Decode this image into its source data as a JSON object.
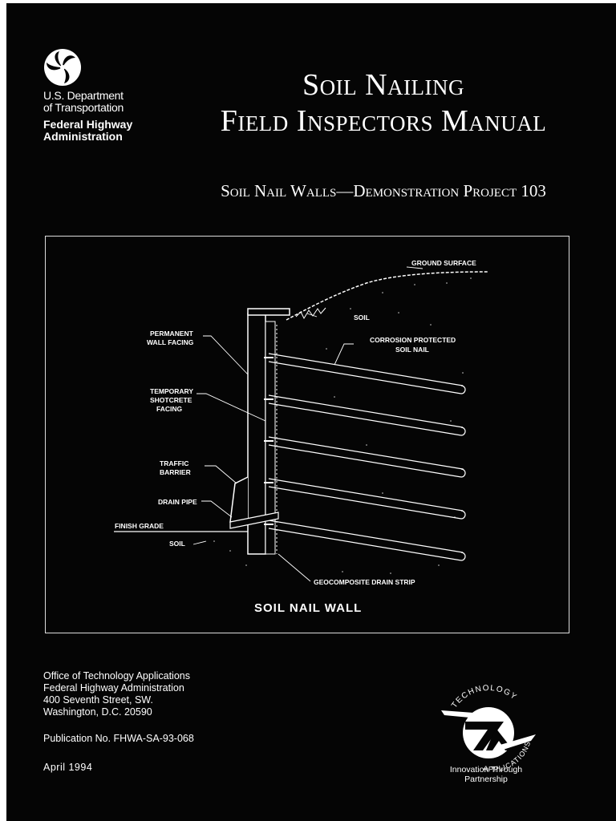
{
  "agency": {
    "line1": "U.S. Department",
    "line2": "of Transportation",
    "line3": "Federal Highway",
    "line4": "Administration"
  },
  "title": {
    "line1": "Soil Nailing",
    "line2": "Field Inspectors Manual"
  },
  "subtitle": "Soil Nail Walls—Demonstration Project 103",
  "figure": {
    "labels": {
      "ground_surface": "GROUND SURFACE",
      "soil_top": "SOIL",
      "corrosion1": "CORROSION PROTECTED",
      "corrosion2": "SOIL NAIL",
      "permanent1": "PERMANENT",
      "permanent2": "WALL FACING",
      "temporary1": "TEMPORARY",
      "temporary2": "SHOTCRETE",
      "temporary3": "FACING",
      "traffic1": "TRAFFIC",
      "traffic2": "BARRIER",
      "drain_pipe": "DRAIN PIPE",
      "finish_grade": "FINISH GRADE",
      "soil_bottom": "SOIL",
      "geocomposite": "GEOCOMPOSITE DRAIN STRIP"
    },
    "caption": "SOIL NAIL WALL"
  },
  "office": {
    "line1": "Office of Technology Applications",
    "line2": "Federal Highway Administration",
    "line3": "400 Seventh Street, SW.",
    "line4": "Washington, D.C. 20590"
  },
  "publication": "Publication No. FHWA-SA-93-068",
  "date": "April 1994",
  "ta_logo": {
    "arc_top": "TECHNOLOGY",
    "arc_bottom": "APPLICATIONS",
    "tagline1": "Innovation Through",
    "tagline2": "Partnership"
  },
  "icons": {
    "dot_logo": "dot-tri-swirl-icon",
    "ta_logo": "technology-applications-logo"
  },
  "colors": {
    "background": "#050505",
    "text": "#ffffff"
  }
}
